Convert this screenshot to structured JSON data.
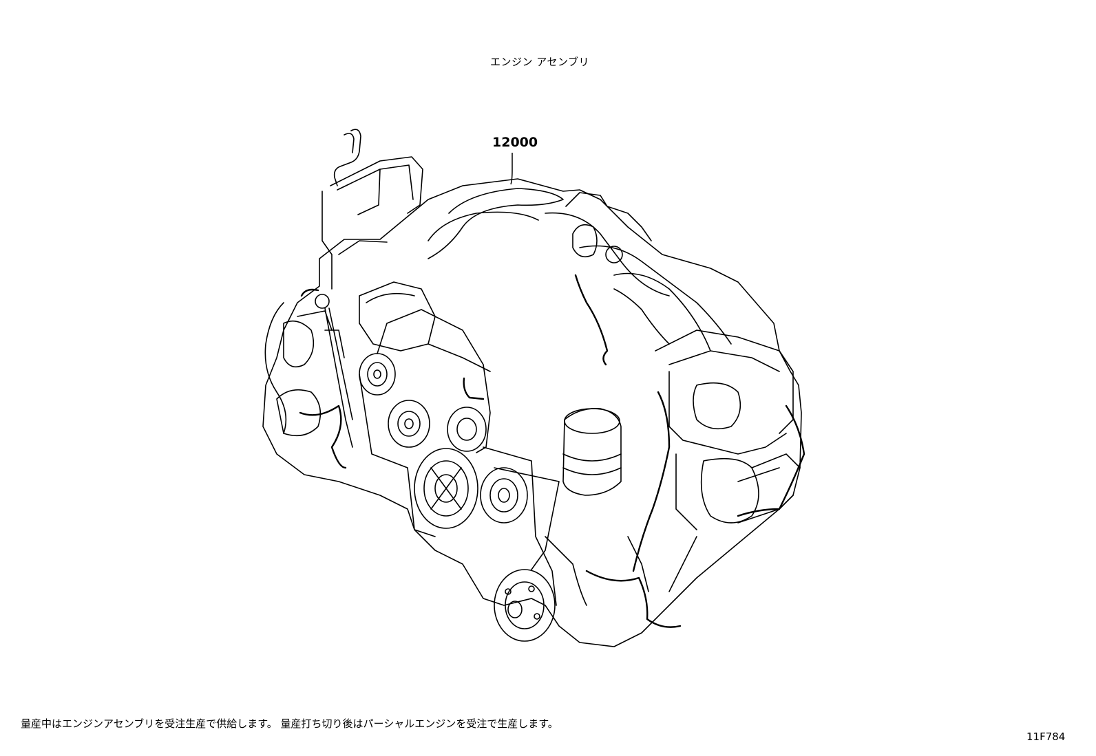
{
  "diagram": {
    "title": "エンジン アセンブリ",
    "part_number": "12000",
    "note": "量産中はエンジンアセンブリを受注生産で供給します。 量産打ち切り後はパーシャルエンジンを受注で生産します。",
    "reference_code": "11F784",
    "illustration_icon": "engine-assembly-line-drawing"
  }
}
